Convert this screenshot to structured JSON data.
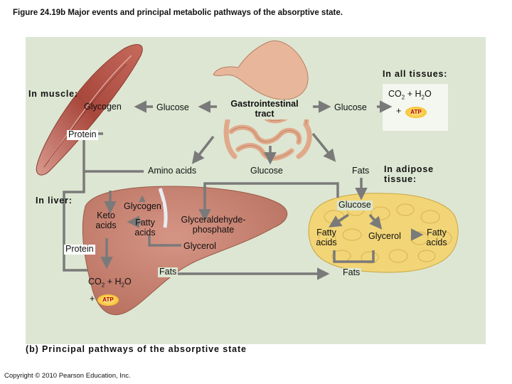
{
  "title": "Figure 24.19b Major events and principal metabolic pathways of the absorptive state.",
  "labels": {
    "in_all_tissues": "In all tissues:",
    "in_muscle": "In muscle:",
    "glycogen_muscle": "Glycogen",
    "glucose_muscle": "Glucose",
    "gi_tract_1": "Gastrointestinal",
    "gi_tract_2": "tract",
    "glucose_tissues": "Glucose",
    "co2": "CO",
    "sub2": "2",
    "plus_h": "+ H",
    "o": "O",
    "plus": "+",
    "atp": "ATP",
    "protein_muscle": "Protein",
    "amino_acids": "Amino acids",
    "glucose_mid": "Glucose",
    "fats_mid": "Fats",
    "in_adipose_1": "In adipose",
    "in_adipose_2": "tissue:",
    "in_liver": "In liver:",
    "glycogen_liver": "Glycogen",
    "keto_acids_1": "Keto",
    "keto_acids_2": "acids",
    "fatty_acids_liver_1": "Fatty",
    "fatty_acids_liver_2": "acids",
    "g3p_1": "Glyceraldehyde-",
    "g3p_2": "phosphate",
    "glycerol_liver": "Glycerol",
    "protein_liver": "Protein",
    "fats_liver": "Fats",
    "glucose_adipose": "Glucose",
    "fatty_acids_adipose_a_1": "Fatty",
    "fatty_acids_adipose_a_2": "acids",
    "glycerol_adipose": "Glycerol",
    "fatty_acids_adipose_b_1": "Fatty",
    "fatty_acids_adipose_b_2": "acids",
    "fats_adipose": "Fats"
  },
  "caption": "(b) Principal pathways of the absorptive state",
  "copyright": "Copyright © 2010 Pearson Education, Inc.",
  "colors": {
    "panel": "#dde6d2",
    "arrow": "#7a7a7a",
    "liver": "#c98576",
    "adipose": "#f2d577",
    "muscle": "#a8473c",
    "stomach": "#e8b69b",
    "atp": "#f4b400"
  }
}
